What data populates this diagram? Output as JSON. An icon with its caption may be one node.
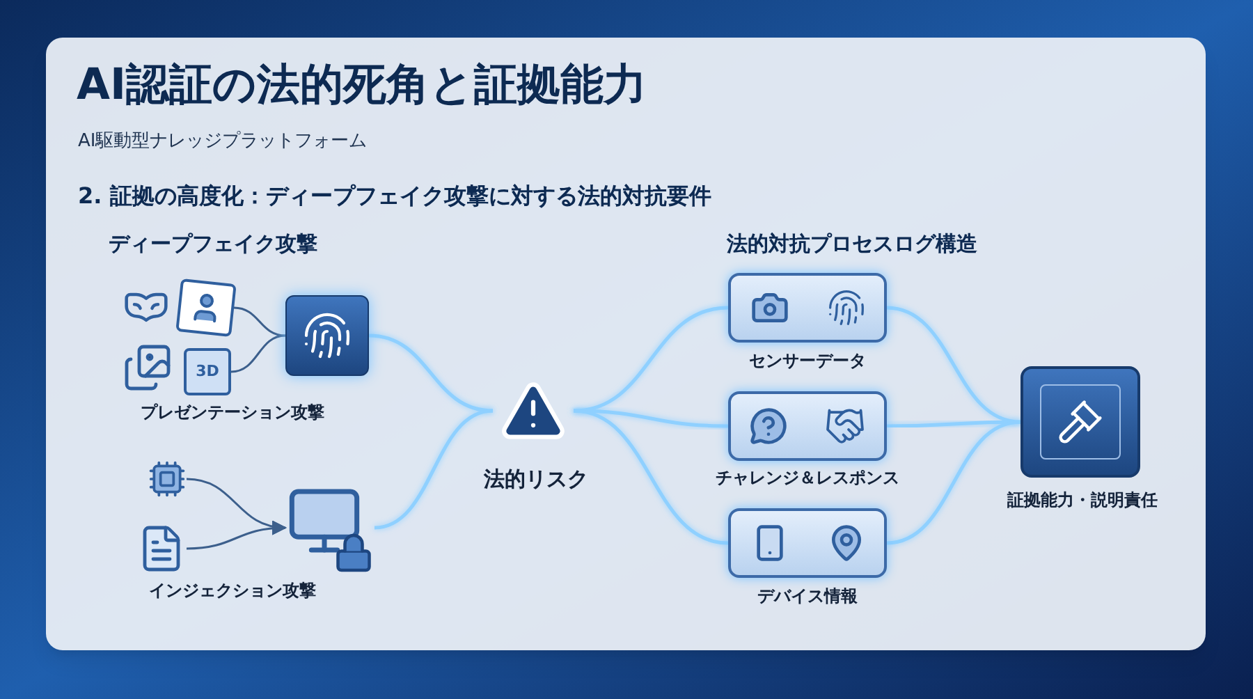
{
  "diagram": {
    "title": "AI認証の法的死角と証拠能力",
    "nodes": [
      {
        "text": [],
        "shape": "picture"
      },
      {
        "text": [],
        "shape": "picture"
      },
      {
        "text": [],
        "shape": "picture"
      },
      {
        "text": [
          "3D"
        ]
      },
      {
        "text": [],
        "shape": "picture"
      },
      {
        "text": [],
        "shape": "picture"
      },
      {
        "text": [],
        "shape": "picture"
      },
      {
        "text": [],
        "shape": "picture"
      },
      {
        "text": [],
        "shape": "picture",
        "beside": [
          "法的リスク"
        ]
      },
      {
        "text": [],
        "shape": "box",
        "beside": [
          "センサーデータ"
        ]
      },
      {
        "text": [],
        "shape": "box",
        "beside": [
          "チャレンジ＆レスポンス"
        ]
      },
      {
        "text": [],
        "shape": "box",
        "beside": [
          "デバイス情報"
        ]
      },
      {
        "text": [],
        "shape": "picture",
        "beside": [
          "証拠能力・説明責任"
        ]
      }
    ],
    "edges": [
      {
        "from": 1,
        "to": 4,
        "arrow": "none",
        "color": "#3c5f8c"
      },
      {
        "from": 3,
        "to": 4,
        "arrow": "none",
        "color": "#3c5f8c"
      },
      {
        "from": 5,
        "to": 7,
        "arrow": "to",
        "color": "#3c5f8c"
      },
      {
        "from": 6,
        "to": 7,
        "arrow": "to",
        "color": "#3c5f8c"
      },
      {
        "from": 4,
        "to": 8,
        "arrow": "none"
      },
      {
        "from": 7,
        "to": 8,
        "arrow": "none"
      },
      {
        "from": 8,
        "to": 9,
        "arrow": "none"
      },
      {
        "from": 8,
        "to": 10,
        "arrow": "none"
      },
      {
        "from": 8,
        "to": 11,
        "arrow": "none"
      },
      {
        "from": 9,
        "to": 12,
        "arrow": "none"
      },
      {
        "from": 10,
        "to": 12,
        "arrow": "none"
      },
      {
        "from": 11,
        "to": 12,
        "arrow": "none"
      }
    ],
    "labels": [
      "AI駆動型ナレッジプラットフォーム",
      "2. 証拠の高度化：ディープフェイク攻撃に対する法的対抗要件",
      "ディープフェイク攻撃",
      "プレゼンテーション攻撃",
      "インジェクション攻撃",
      "法的対抗プロセスログ構造"
    ]
  }
}
